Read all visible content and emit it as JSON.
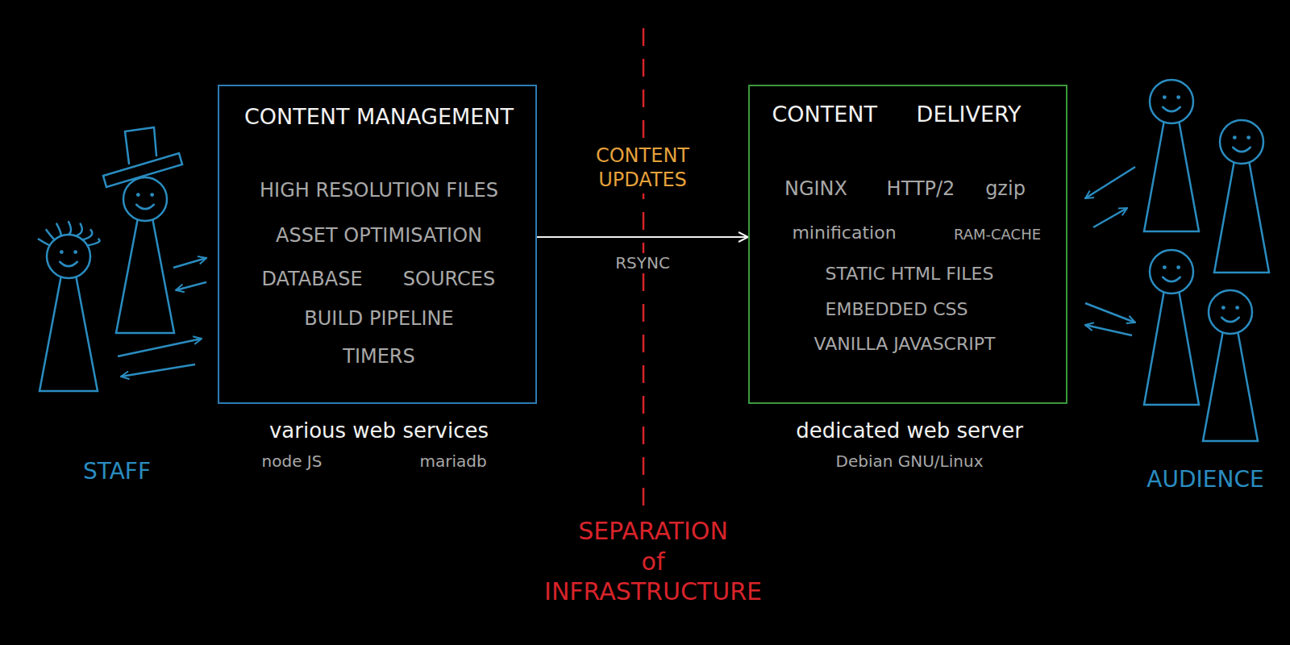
{
  "diagram": {
    "nodes": [
      {
        "text": [
          "CONTENT MANAGEMENT",
          "HIGH RESOLUTION FILES",
          "ASSET OPTIMISATION",
          "DATABASE",
          "SOURCES",
          "BUILD PIPELINE",
          "TIMERS",
          "various web services",
          "node JS",
          "mariadb"
        ]
      },
      {
        "text": [
          "CONTENT DELIVERY",
          "NGINX",
          "HTTP/2",
          "gzip",
          "minification",
          "RAM-CACHE",
          "STATIC HTML FILES",
          "EMBEDDED CSS",
          "VANILLA JAVASCRIPT",
          "dedicated web server",
          "Debian GNU/Linux"
        ]
      }
    ],
    "edges": [
      {
        "from": 0,
        "to": 1,
        "arrow": "to",
        "label": "CONTENT UPDATES"
      }
    ],
    "labels": [
      "RSYNC",
      "STAFF",
      "AUDIENCE",
      "SEPARATION of INFRASTRUCTURE"
    ]
  }
}
